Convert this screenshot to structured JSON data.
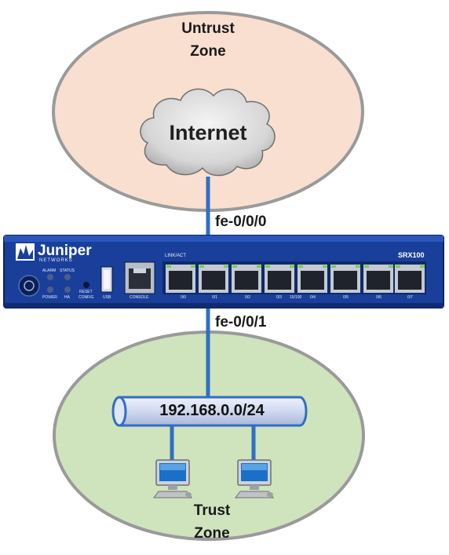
{
  "untrust_zone": {
    "line1": "Untrust",
    "line2": "Zone",
    "fill": "#f8dfd0"
  },
  "trust_zone": {
    "line1": "Trust",
    "line2": "Zone",
    "fill": "#cfe3bd"
  },
  "internet": {
    "label": "Internet"
  },
  "interfaces": {
    "outside": "fe-0/0/0",
    "inside": "fe-0/0/1"
  },
  "lan": {
    "subnet": "192.168.0.0/24",
    "pipe_color": "#cfd8ee"
  },
  "device": {
    "brand": "Juniper",
    "brand_sub": "NETWORKS",
    "model": "SRX100",
    "body_color": "#1a3f9a",
    "panel_labels": {
      "alarm": "ALARM",
      "status": "STATUS",
      "power": "POWER",
      "ha": "HA",
      "reset": "RESET",
      "config": "CONFIG",
      "usb": "USB",
      "console": "CONSOLE",
      "link_act": "LINK/ACT",
      "speed": "10/100"
    },
    "ports": [
      "0/0",
      "0/1",
      "0/2",
      "0/3",
      "0/4",
      "0/5",
      "0/6",
      "0/7"
    ]
  },
  "link_color": "#2f6fc4"
}
